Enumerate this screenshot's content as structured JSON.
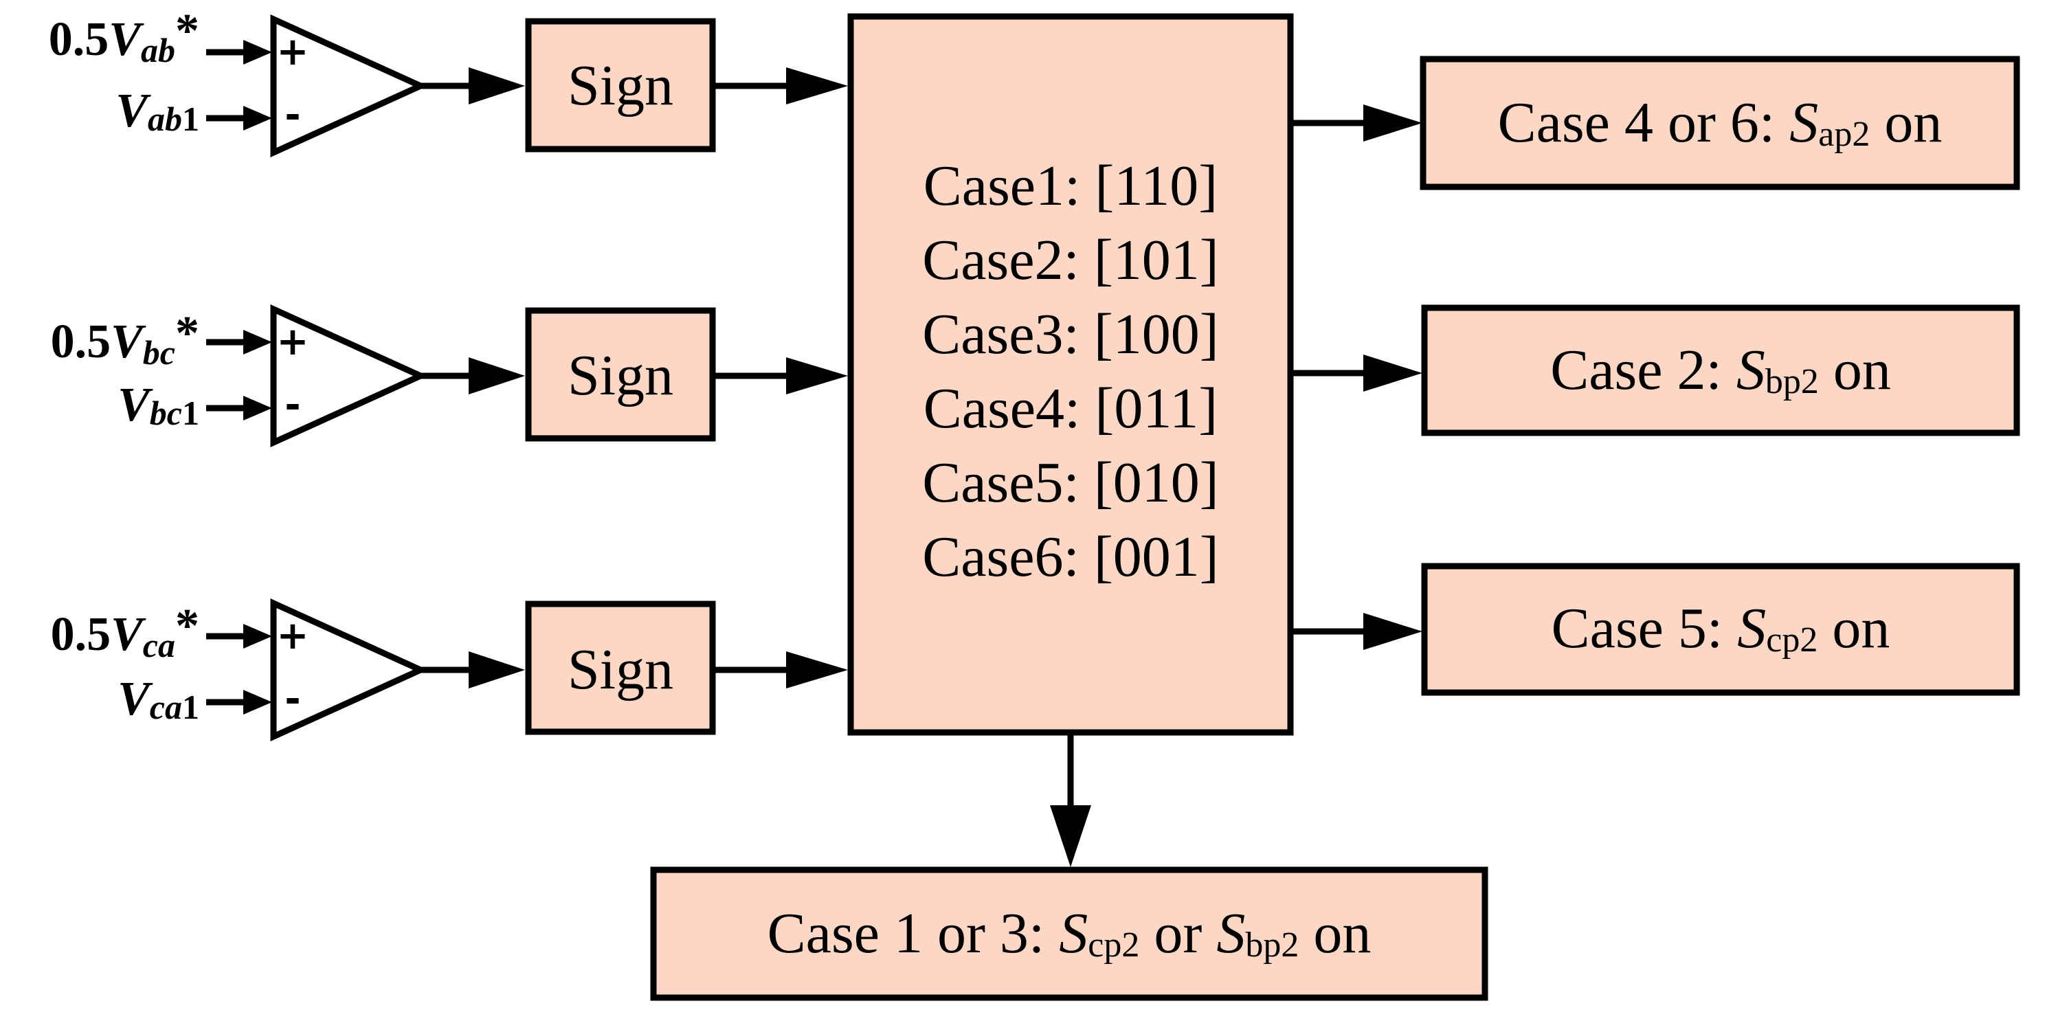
{
  "inputs": [
    {
      "ref": {
        "lead": "0.5",
        "var": "V",
        "sub": "ab",
        "tail": "*"
      },
      "fb": {
        "var": "V",
        "sub": "ab",
        "tail": "1"
      }
    },
    {
      "ref": {
        "lead": "0.5",
        "var": "V",
        "sub": "bc",
        "tail": "*"
      },
      "fb": {
        "var": "V",
        "sub": "bc",
        "tail": "1"
      }
    },
    {
      "ref": {
        "lead": "0.5",
        "var": "V",
        "sub": "ca",
        "tail": "*"
      },
      "fb": {
        "var": "V",
        "sub": "ca",
        "tail": "1"
      }
    }
  ],
  "comparator": {
    "plus": "+",
    "minus": "-"
  },
  "sign_label": "Sign",
  "cases": [
    "Case1: [110]",
    "Case2: [101]",
    "Case3: [100]",
    "Case4: [011]",
    "Case5: [010]",
    "Case6: [001]"
  ],
  "outputs": {
    "o1": {
      "pre": "Case 4 or 6: ",
      "s": "S",
      "sub": "ap2",
      "post": " on"
    },
    "o2": {
      "pre": "Case 2: ",
      "s": "S",
      "sub": "bp2",
      "post": " on"
    },
    "o3": {
      "pre": "Case 5: ",
      "s": "S",
      "sub": "cp2",
      "post": " on"
    },
    "o4": {
      "pre": "Case 1 or 3: ",
      "s1": "S",
      "sub1": "cp2",
      "mid": " or ",
      "s2": "S",
      "sub2": "bp2",
      "post": " on"
    }
  },
  "colors": {
    "box_fill": "#fcd7c6",
    "stroke": "#000000"
  }
}
